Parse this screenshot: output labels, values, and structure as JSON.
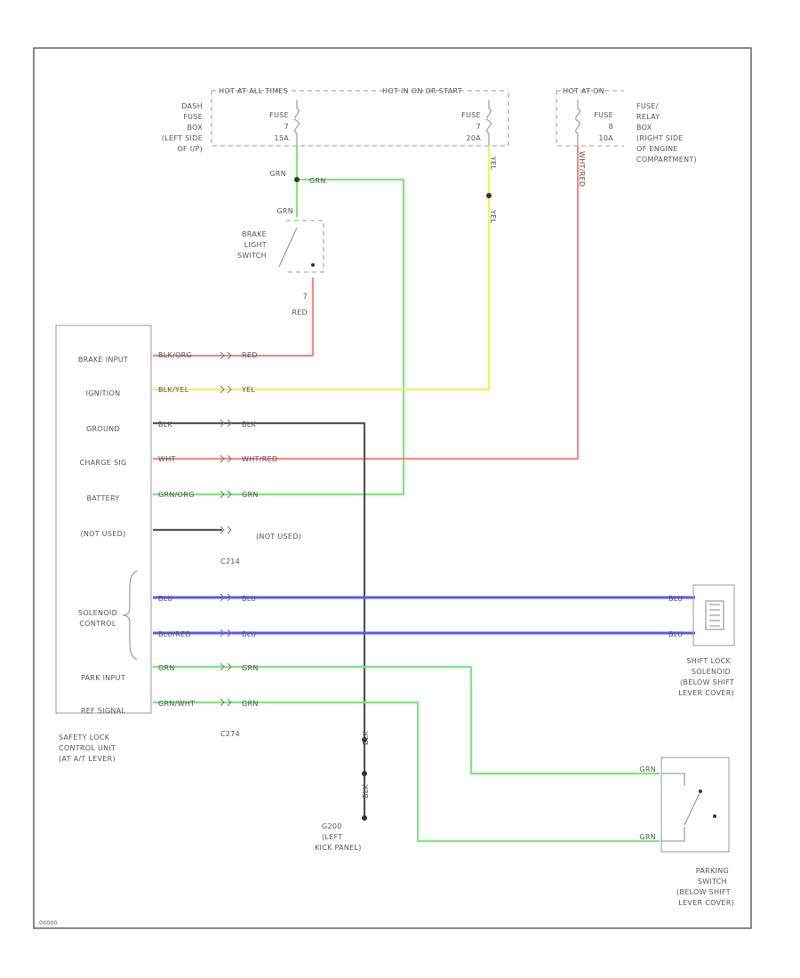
{
  "fuse_boxes": {
    "dash": {
      "label_lines": [
        "DASH",
        "FUSE",
        "BOX",
        "(LEFT SIDE",
        "OF I/P)"
      ],
      "left_header": "HOT AT ALL TIMES",
      "right_header": "HOT IN ON OR START",
      "fuse_left": [
        "FUSE",
        "7",
        "15A"
      ],
      "fuse_right": [
        "FUSE",
        "7",
        "20A"
      ]
    },
    "relay": {
      "header": "HOT AT ON",
      "fuse": [
        "FUSE",
        "8",
        "10A"
      ],
      "label_lines": [
        "FUSE/",
        "RELAY",
        "BOX",
        "(RIGHT SIDE",
        "OF ENGINE",
        "COMPARTMENT)"
      ]
    }
  },
  "brake_switch": {
    "top_wire": "GRN",
    "label_lines": [
      "BRAKE",
      "LIGHT",
      "SWITCH"
    ],
    "out_pin": "7",
    "out_wire": "RED"
  },
  "wire_labels": {
    "grn_top": "GRN",
    "grn_top_right": "GRN",
    "yel_top": "YEL",
    "yel_mid": "YEL",
    "relay_wire": "WHT/RED"
  },
  "control_unit": {
    "terminals": [
      {
        "label": "BRAKE INPUT",
        "left_wire": "BLK/ORG",
        "right_wire": "RED"
      },
      {
        "label": "IGNITION",
        "left_wire": "BLK/YEL",
        "right_wire": "YEL"
      },
      {
        "label": "GROUND",
        "left_wire": "BLK",
        "right_wire": "BLK"
      },
      {
        "label": "CHARGE SIG",
        "left_wire": "WHT",
        "right_wire": "WHT/RED"
      },
      {
        "label": "BATTERY",
        "left_wire": "GRN/ORG",
        "right_wire": "GRN"
      },
      {
        "label": "(NOT USED)",
        "left_wire": "",
        "right_wire": "(NOT USED)"
      }
    ],
    "connector_upper": "C214",
    "solenoid_label_lines": [
      "SOLENOID",
      "CONTROL"
    ],
    "solenoid_wires": [
      {
        "left_wire": "BLU",
        "right_wire": "BLU",
        "end_wire": "BLU"
      },
      {
        "left_wire": "BLU/RED",
        "right_wire": "BLU",
        "end_wire": "BLU"
      }
    ],
    "park_input": {
      "label": "PARK INPUT",
      "left_wire": "GRN",
      "right_wire": "GRN"
    },
    "bottom_label": "REF SIGNAL",
    "extra_wire": {
      "left_wire": "GRN/WHT",
      "right_wire": "GRN"
    },
    "connector_lower": "C274",
    "name_lines": [
      "SAFETY LOCK",
      "CONTROL UNIT",
      "(AT A/T LEVER)"
    ]
  },
  "ground": {
    "wire_upper": "BLK",
    "wire_lower": "BLK",
    "label_lines": [
      "G200",
      "(LEFT",
      "KICK PANEL)"
    ]
  },
  "solenoid": {
    "label_lines": [
      "SHIFT LOCK",
      "SOLENOID",
      "(BELOW SHIFT",
      "LEVER COVER)"
    ]
  },
  "park_switch": {
    "wire_upper": "GRN",
    "wire_lower": "GRN",
    "label_lines": [
      "PARKING",
      "SWITCH",
      "(BELOW SHIFT",
      "LEVER COVER)"
    ]
  },
  "footer_code": "00000"
}
